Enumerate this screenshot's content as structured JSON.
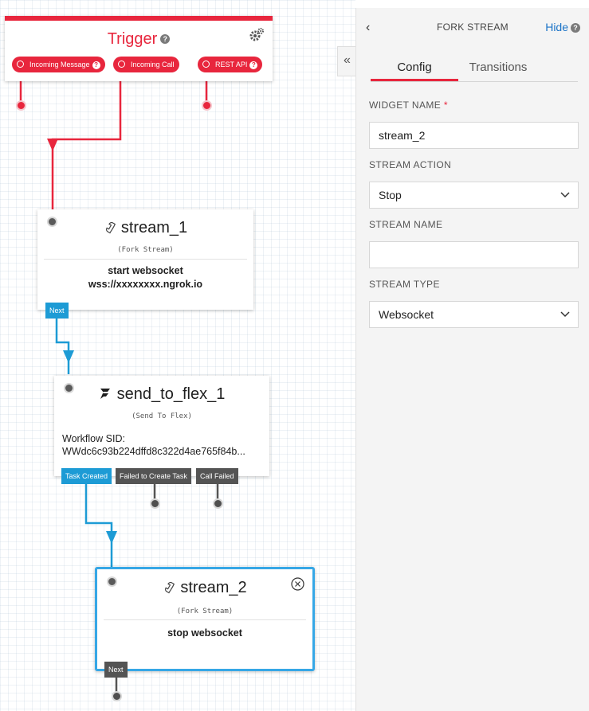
{
  "trigger": {
    "title": "Trigger",
    "help": "?",
    "events": [
      "Incoming Message",
      "Incoming Call",
      "REST API"
    ]
  },
  "widgets": {
    "stream_1": {
      "name": "stream_1",
      "type": "(Fork Stream)",
      "line1": "start websocket",
      "line2": "wss://xxxxxxxx.ngrok.io",
      "transition": "Next"
    },
    "send_to_flex_1": {
      "name": "send_to_flex_1",
      "type": "(Send To Flex)",
      "line1": "Workflow SID:",
      "line2": "WWdc6c93b224dffd8c322d4ae765f84b...",
      "transitions": [
        "Task Created",
        "Failed to Create Task",
        "Call Failed"
      ]
    },
    "stream_2": {
      "name": "stream_2",
      "type": "(Fork Stream)",
      "line1": "stop websocket",
      "transition": "Next"
    }
  },
  "panel": {
    "collapse_glyph": "«",
    "back_glyph": "‹",
    "title": "FORK STREAM",
    "hide_label": "Hide",
    "tabs": [
      "Config",
      "Transitions"
    ],
    "active_tab": "Config",
    "fields": {
      "widget_name": {
        "label": "WIDGET NAME",
        "required_mark": "*",
        "value": "stream_2"
      },
      "stream_action": {
        "label": "STREAM ACTION",
        "value": "Stop"
      },
      "stream_name": {
        "label": "STREAM NAME",
        "value": ""
      },
      "stream_type": {
        "label": "STREAM TYPE",
        "value": "Websocket"
      }
    }
  },
  "colors": {
    "trigger_red": "#e8263d",
    "transition_blue": "#1d9bd5",
    "transition_gray": "#545454",
    "selected_border": "#36a7e6",
    "link_blue": "#1a73c7"
  }
}
